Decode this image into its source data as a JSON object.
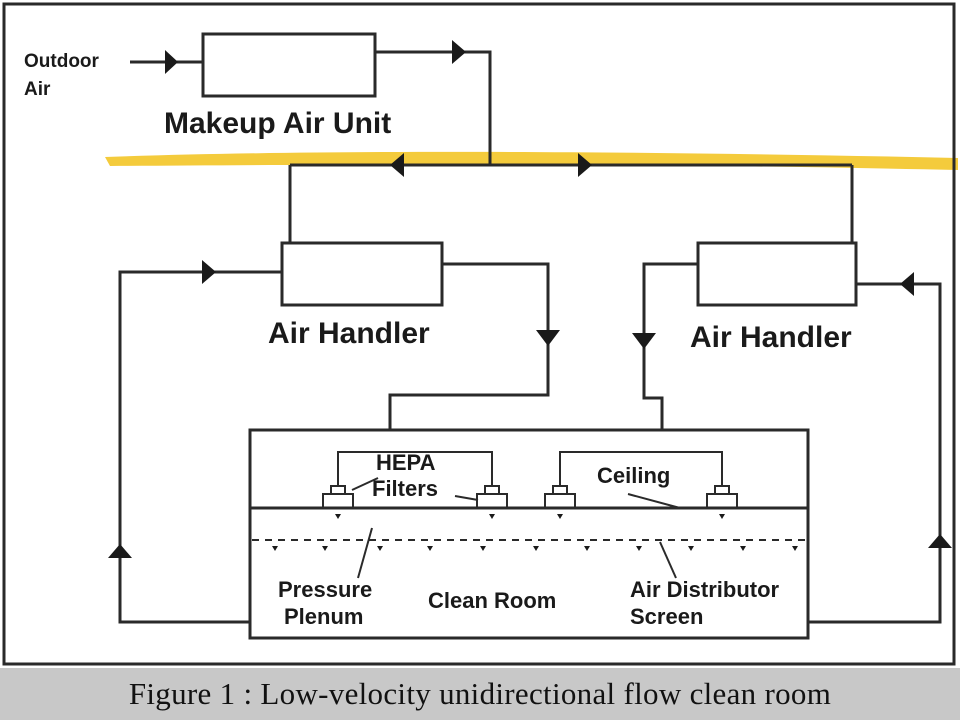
{
  "labels": {
    "outdoor_air_line1": "Outdoor",
    "outdoor_air_line2": "Air",
    "makeup_air_unit": "Makeup Air Unit",
    "air_handler_left": "Air Handler",
    "air_handler_right": "Air Handler",
    "hepa_line1": "HEPA",
    "hepa_line2": "Filters",
    "ceiling": "Ceiling",
    "pressure_line1": "Pressure",
    "pressure_line2": "Plenum",
    "clean_room": "Clean Room",
    "air_dist_line1": "Air Distributor",
    "air_dist_line2": "Screen"
  },
  "caption": "Figure 1 : Low-velocity unidirectional flow clean room",
  "colors": {
    "highlight": "#f2c21a",
    "caption_bg": "#c8c8c8"
  }
}
